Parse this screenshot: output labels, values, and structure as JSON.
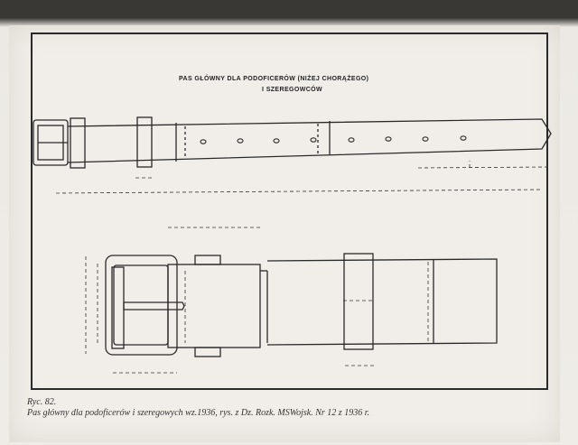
{
  "document": {
    "title_line1": "PAS GŁÓWNY DLA PODOFICERÓW (NIŻEJ CHORĄŻEGO)",
    "title_line2": "I SZEREGOWCÓW",
    "figure_number": "Ryc. 82.",
    "caption": "Pas główny dla podoficerów i szeregowych wz.1936, rys. z Dz. Rozk. MSWojsk. Nr 12 z 1936 r."
  },
  "colors": {
    "paper": "#f1eee9",
    "ink": "#2a2a2a"
  }
}
